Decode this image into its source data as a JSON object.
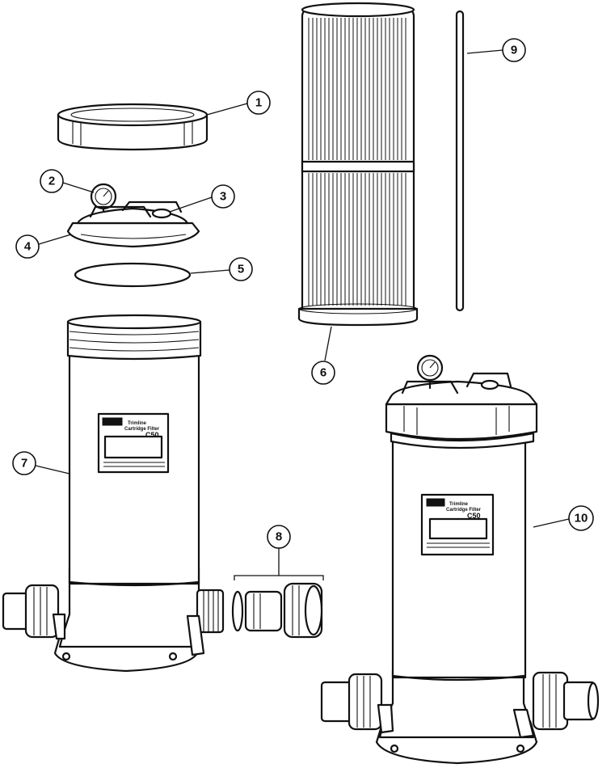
{
  "callouts": [
    {
      "id": "1",
      "label": "1"
    },
    {
      "id": "2",
      "label": "2"
    },
    {
      "id": "3",
      "label": "3"
    },
    {
      "id": "4",
      "label": "4"
    },
    {
      "id": "5",
      "label": "5"
    },
    {
      "id": "6",
      "label": "6"
    },
    {
      "id": "7",
      "label": "7"
    },
    {
      "id": "8",
      "label": "8"
    },
    {
      "id": "9",
      "label": "9"
    },
    {
      "id": "10",
      "label": "10"
    }
  ],
  "labels": {
    "body_left": {
      "line1": "Trimline",
      "line2": "Cartridge Filter",
      "line3": "C50"
    },
    "body_right": {
      "line1": "Trimline",
      "line2": "Cartridge Filter",
      "line3": "C50"
    }
  }
}
